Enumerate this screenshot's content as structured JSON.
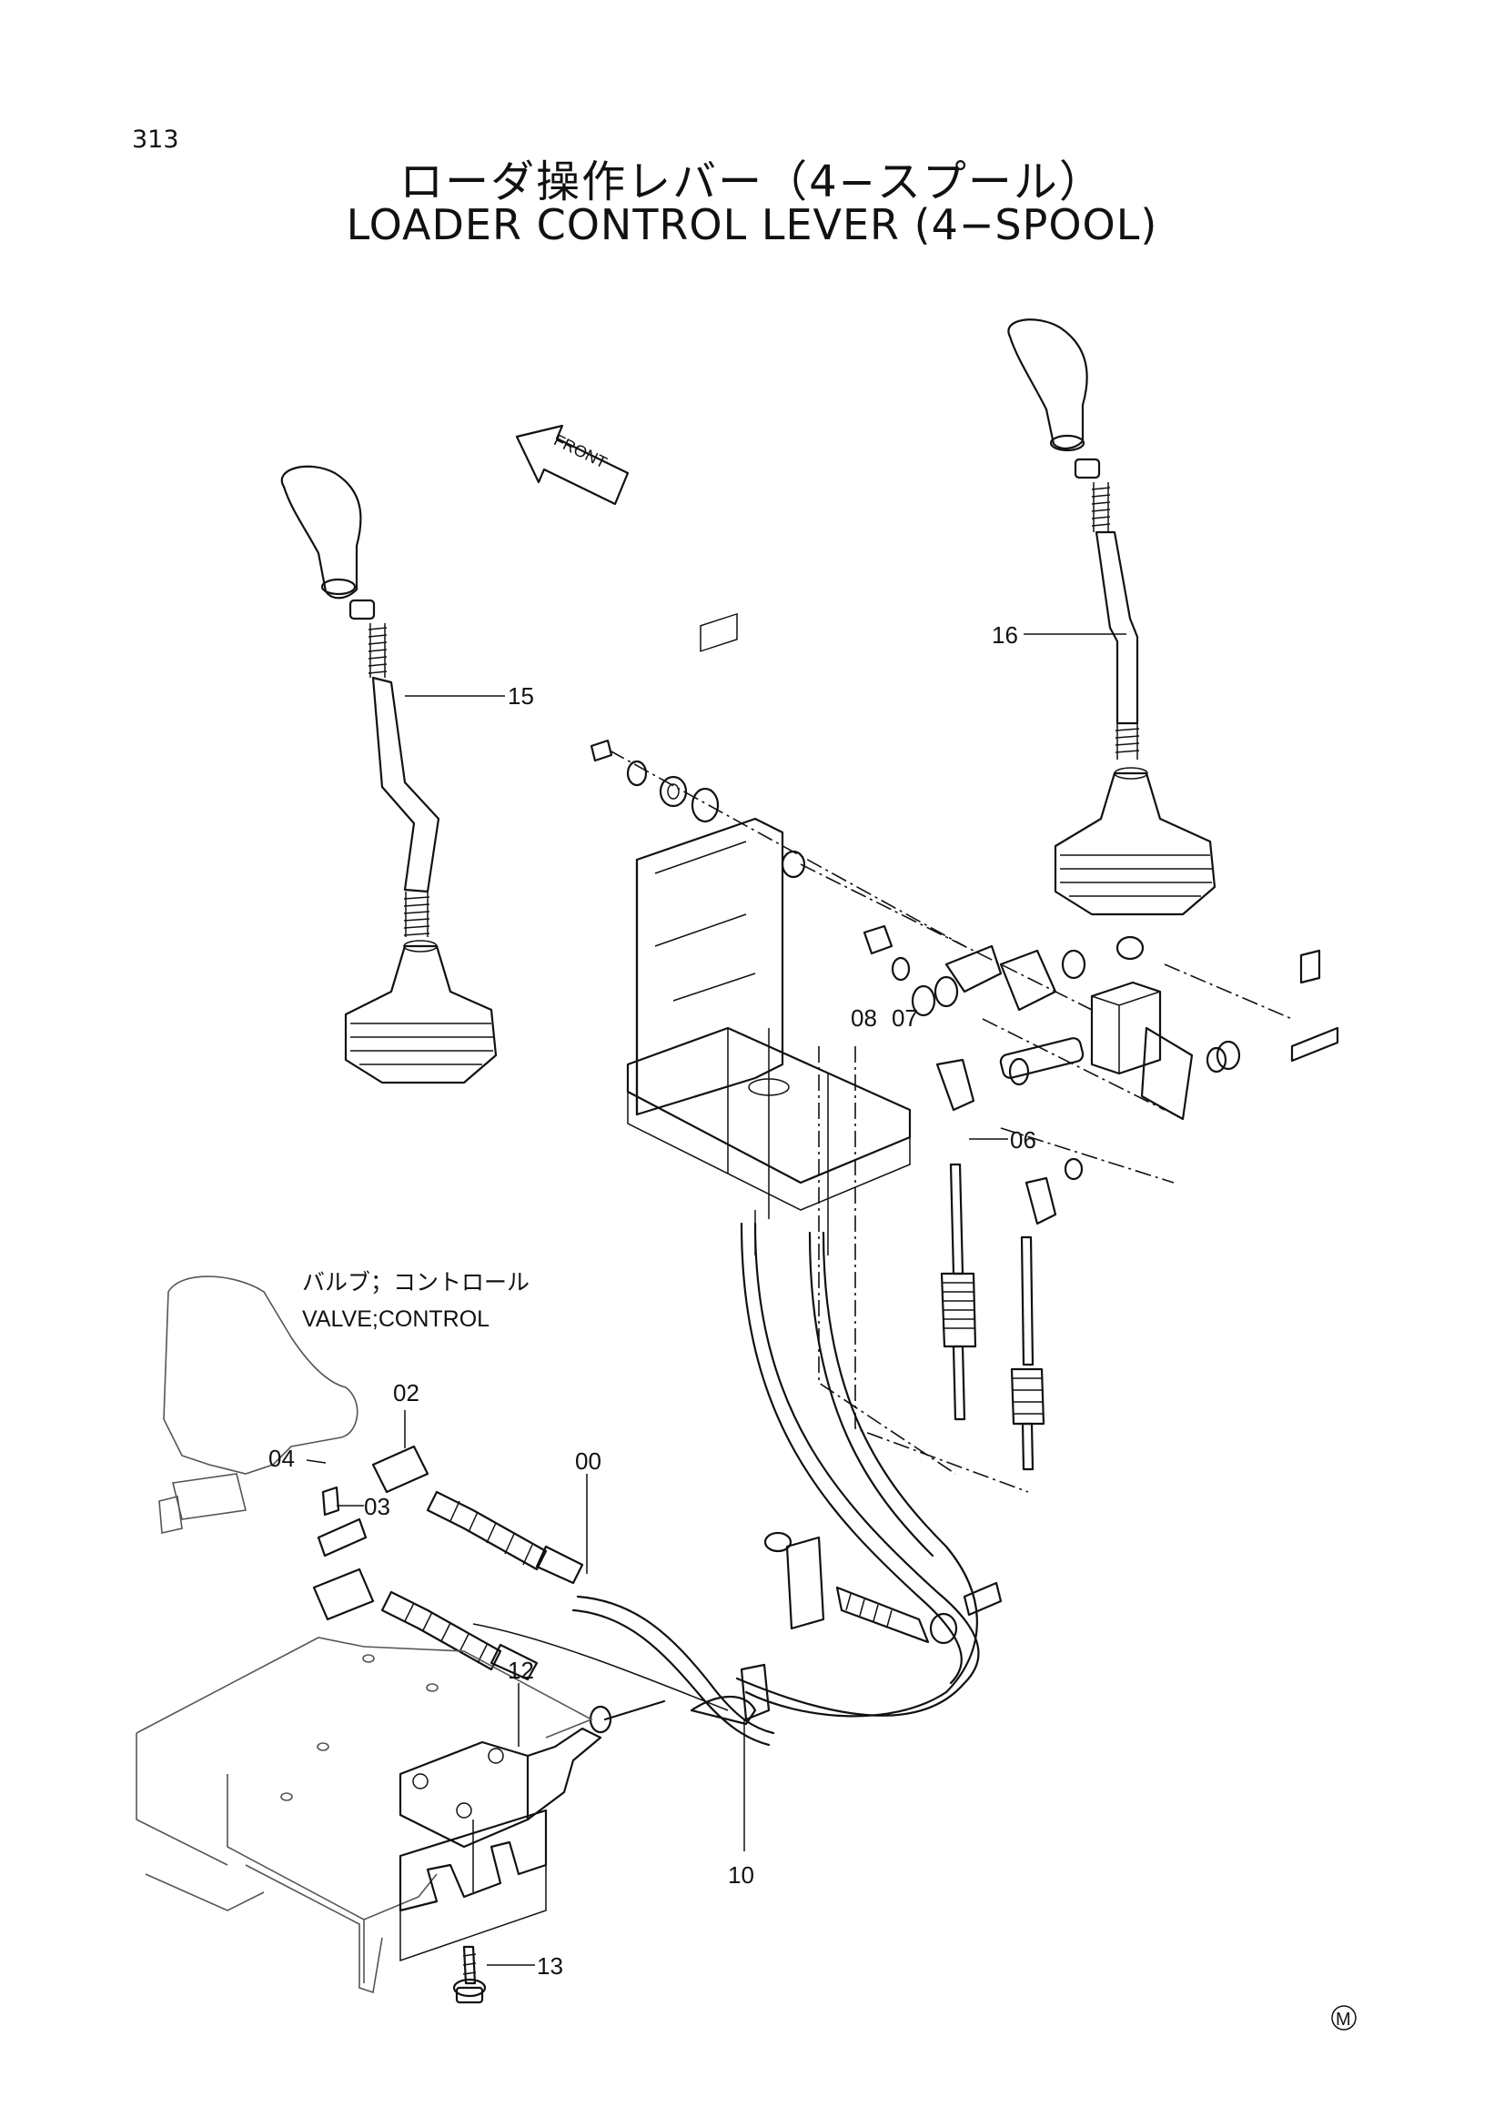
{
  "page_number": "313",
  "title_jp": "ローダ操作レバー（4−スプール）",
  "title_en": "LOADER CONTROL LEVER (4−SPOOL)",
  "front_label": "FRONT",
  "valve_label_jp": "バルブ；コントロール",
  "valve_label_en": "VALVE;CONTROL",
  "callouts": [
    "00",
    "02",
    "03",
    "04",
    "06",
    "07",
    "08",
    "10",
    "12",
    "13",
    "15",
    "16"
  ],
  "corner_mark": "M"
}
